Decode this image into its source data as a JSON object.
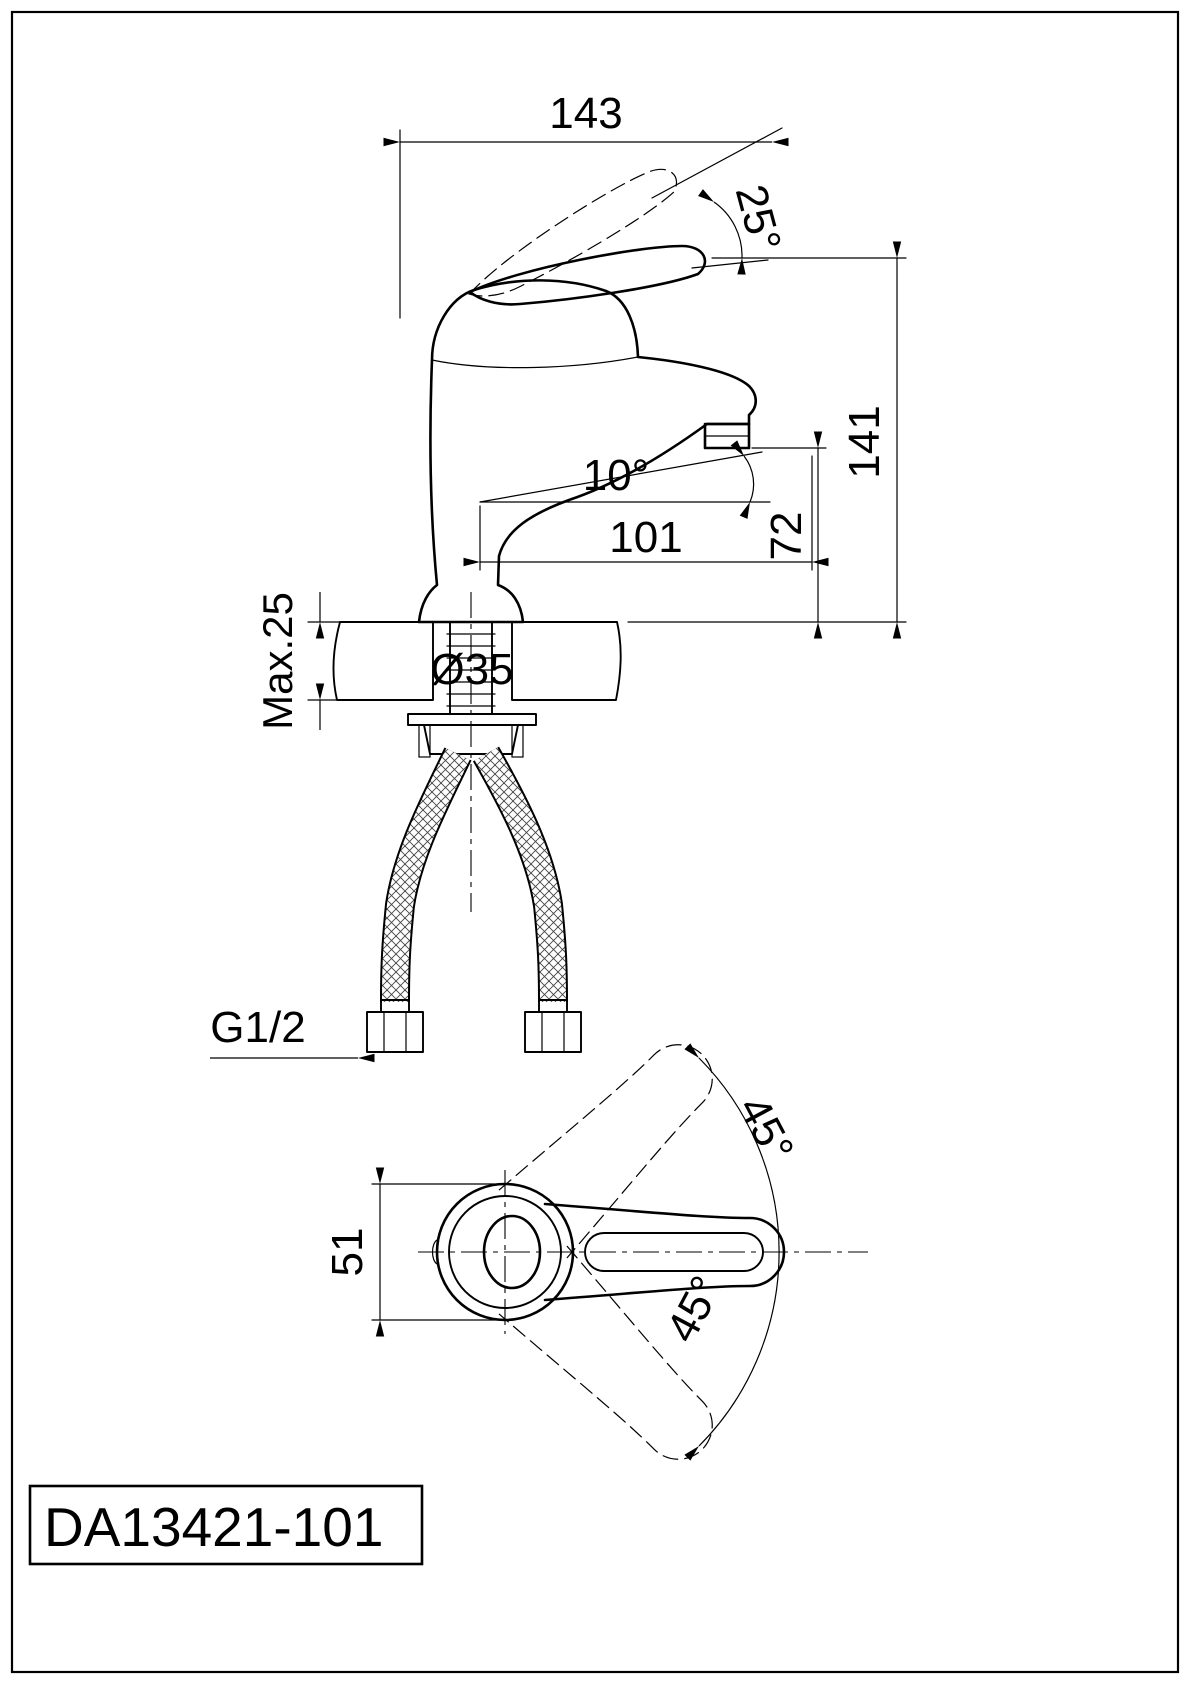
{
  "page": {
    "background": "#ffffff",
    "line_color": "#000000"
  },
  "title_block": {
    "model": "DA13421-101"
  },
  "side_view": {
    "dims": {
      "width_top": "143",
      "handle_angle": "25°",
      "height_total": "141",
      "spout_height": "72",
      "spout_angle": "10°",
      "spout_reach": "101",
      "deck_thickness": "Max.25",
      "hole_diameter": "Ø35",
      "thread": "G1/2"
    }
  },
  "top_view": {
    "dims": {
      "handle_width": "51",
      "swing_up": "45°",
      "swing_down": "45°"
    }
  }
}
